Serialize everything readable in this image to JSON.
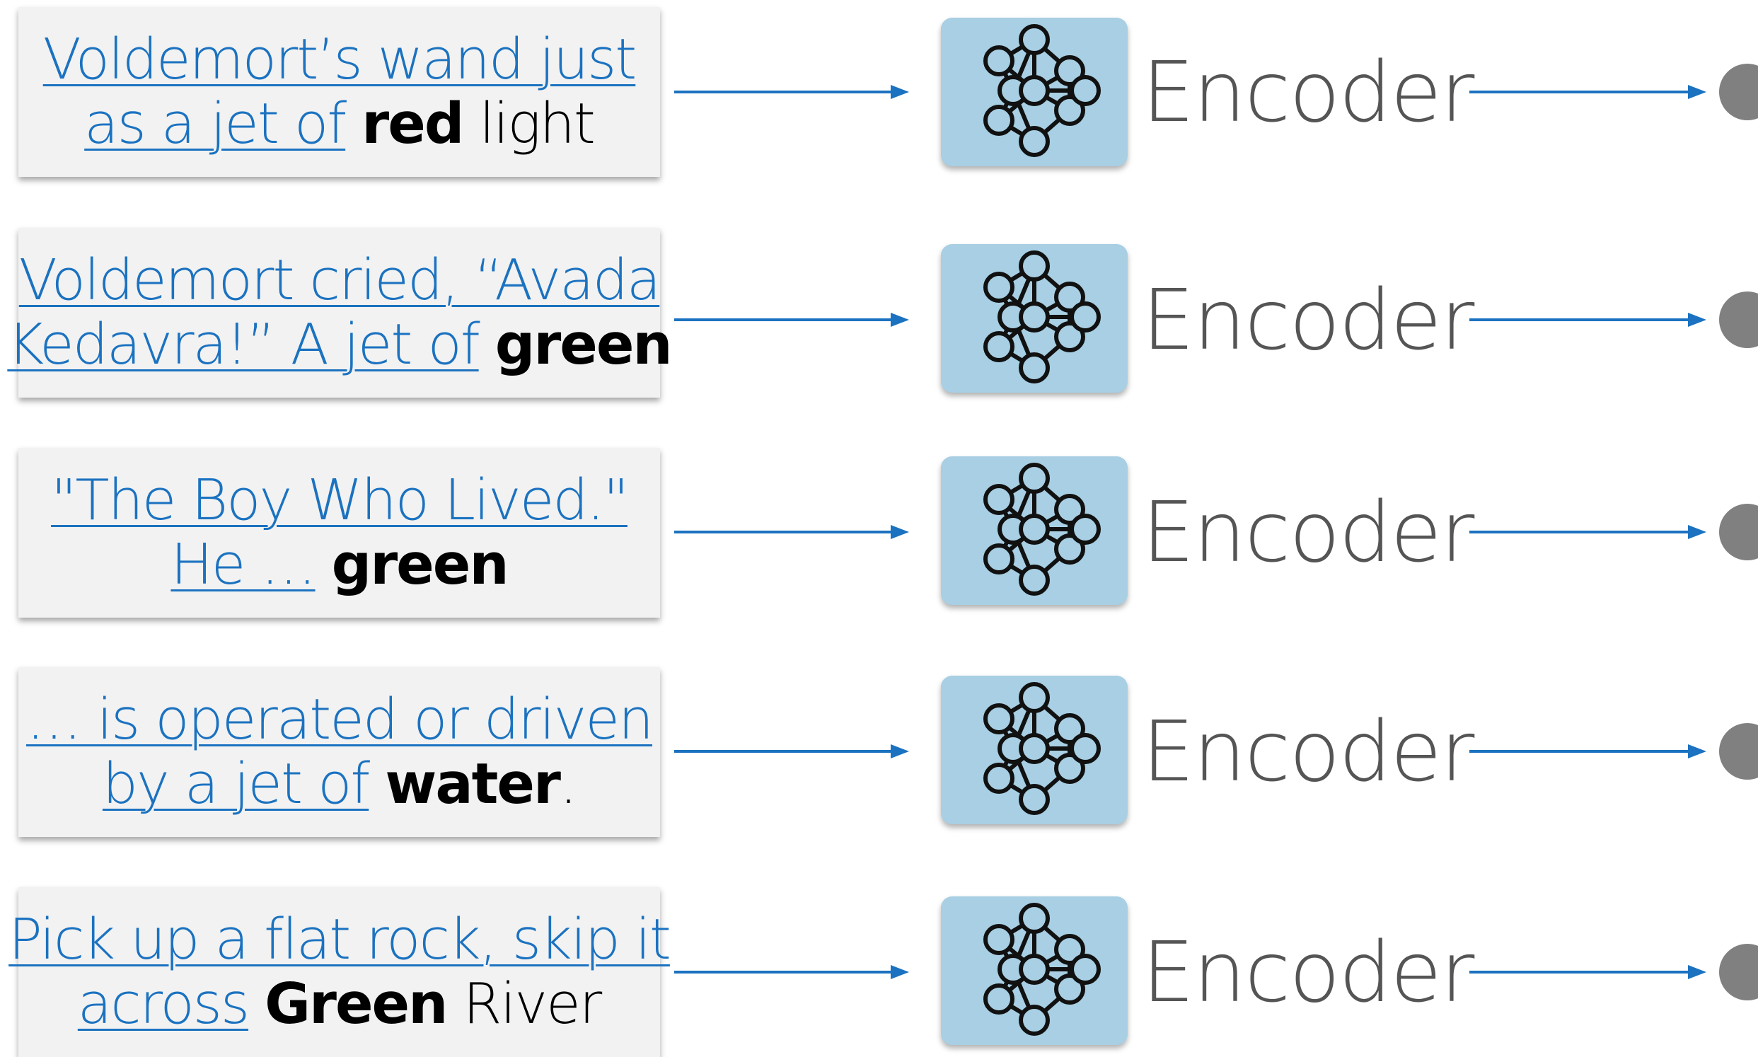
{
  "rows": [
    {
      "line1": [
        {
          "text": "Voldemort’s wand just",
          "style": "ctx"
        }
      ],
      "line2": [
        {
          "text": "as a jet of",
          "style": "ctx"
        },
        {
          "text": " ",
          "style": "tail"
        },
        {
          "text": "red",
          "style": "tgt"
        },
        {
          "text": " light",
          "style": "tail"
        }
      ],
      "encoder_label": "Encoder"
    },
    {
      "line1": [
        {
          "text": "Voldemort cried, “Avada",
          "style": "ctx"
        }
      ],
      "line2": [
        {
          "text": "Kedavra!” A jet of",
          "style": "ctx"
        },
        {
          "text": " ",
          "style": "tail"
        },
        {
          "text": "green",
          "style": "tgt"
        }
      ],
      "encoder_label": "Encoder"
    },
    {
      "line1": [
        {
          "text": "\"The Boy Who Lived.\"",
          "style": "ctx"
        }
      ],
      "line2": [
        {
          "text": "He …",
          "style": "ctx"
        },
        {
          "text": " ",
          "style": "tail"
        },
        {
          "text": "green",
          "style": "tgt"
        }
      ],
      "encoder_label": "Encoder"
    },
    {
      "line1": [
        {
          "text": "… is operated or driven",
          "style": "ctx"
        }
      ],
      "line2": [
        {
          "text": "by a jet of",
          "style": "ctx"
        },
        {
          "text": " ",
          "style": "tail"
        },
        {
          "text": "water",
          "style": "tgt"
        },
        {
          "text": ".",
          "style": "tail"
        }
      ],
      "encoder_label": "Encoder"
    },
    {
      "line1": [
        {
          "text": "Pick up a flat rock, skip it",
          "style": "ctx"
        }
      ],
      "line2": [
        {
          "text": "across",
          "style": "ctx"
        },
        {
          "text": " ",
          "style": "tail"
        },
        {
          "text": "Green",
          "style": "tgt"
        },
        {
          "text": " River",
          "style": "tail"
        }
      ],
      "encoder_label": "Encoder"
    }
  ],
  "colors": {
    "context_text": "#1b72c0",
    "arrow": "#1b72c0",
    "encoder_fill": "#a8cfe3",
    "encoder_label": "#555555",
    "output_dot": "#808080"
  },
  "icons": {
    "encoder": "neural-network-icon",
    "output": "embedding-dot-icon"
  }
}
